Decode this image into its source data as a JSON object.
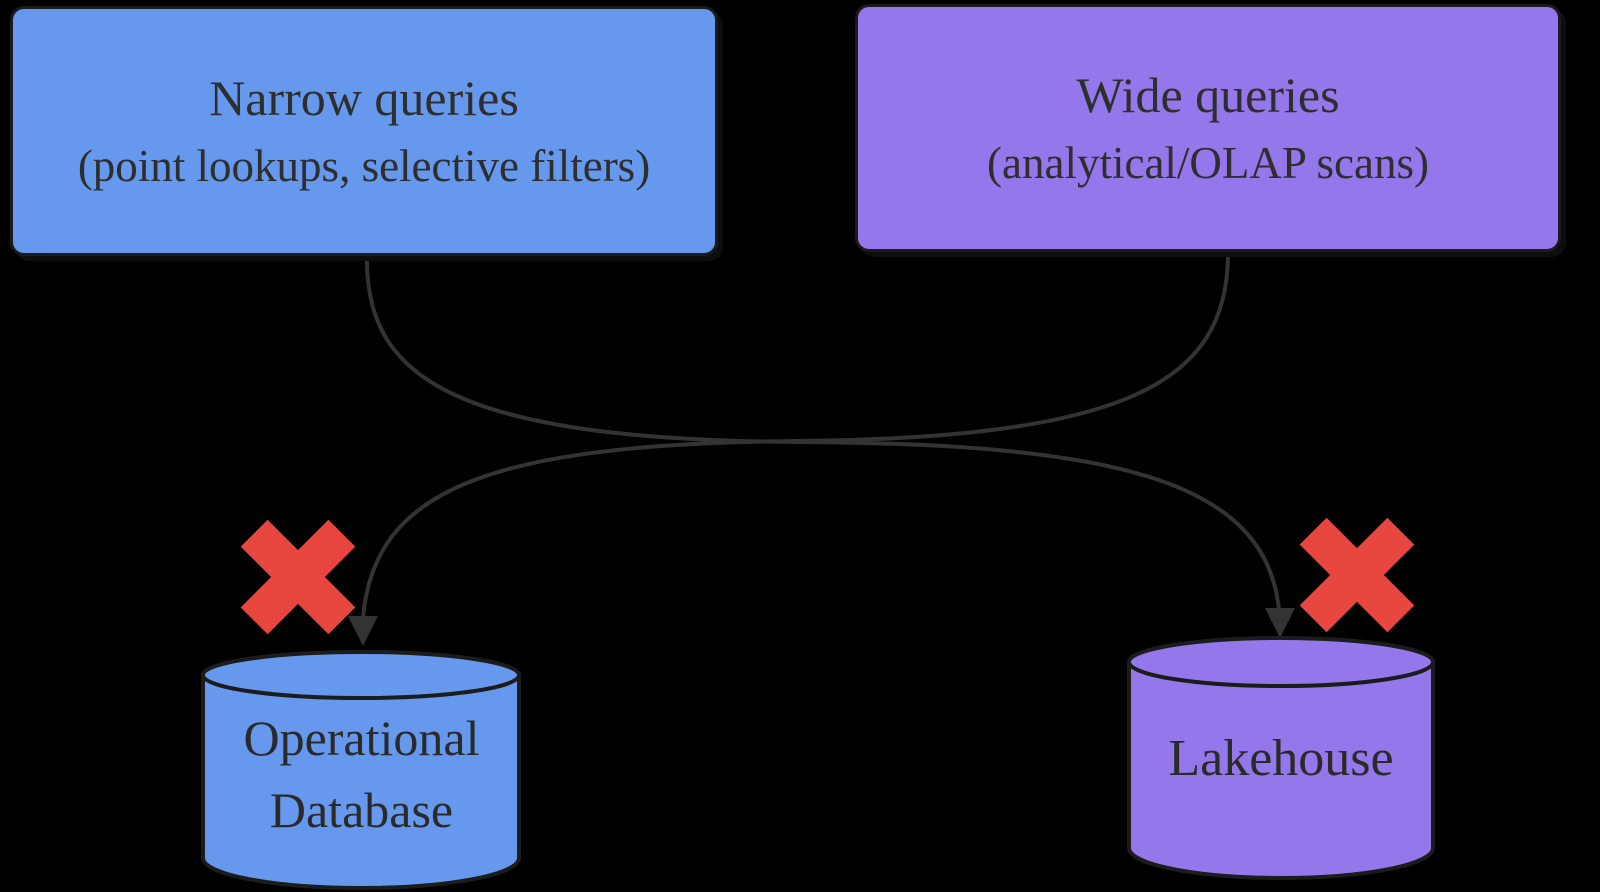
{
  "diagram": {
    "nodes": {
      "narrow_queries": {
        "title": "Narrow queries",
        "subtitle": "(point lookups, selective filters)",
        "fill": "#6699EE",
        "shape": "rounded-rectangle"
      },
      "wide_queries": {
        "title": "Wide queries",
        "subtitle": "(analytical/OLAP scans)",
        "fill": "#9477EA",
        "shape": "rounded-rectangle"
      },
      "operational_database": {
        "label_line1": "Operational",
        "label_line2": "Database",
        "fill": "#6699EE",
        "shape": "cylinder"
      },
      "lakehouse": {
        "label": "Lakehouse",
        "fill": "#9477EA",
        "shape": "cylinder"
      }
    },
    "edges": [
      {
        "from": "narrow_queries",
        "to": "lakehouse",
        "marker": "red-x"
      },
      {
        "from": "wide_queries",
        "to": "operational_database",
        "marker": "red-x"
      }
    ],
    "icons": [
      {
        "name": "red-x-icon",
        "glyph": "✖"
      }
    ],
    "colors": {
      "background": "#000000",
      "edge_line": "#333333",
      "wrong_mark": "#E8473F",
      "text": "#2e2e2e",
      "outline": "#1c1c1c"
    }
  }
}
